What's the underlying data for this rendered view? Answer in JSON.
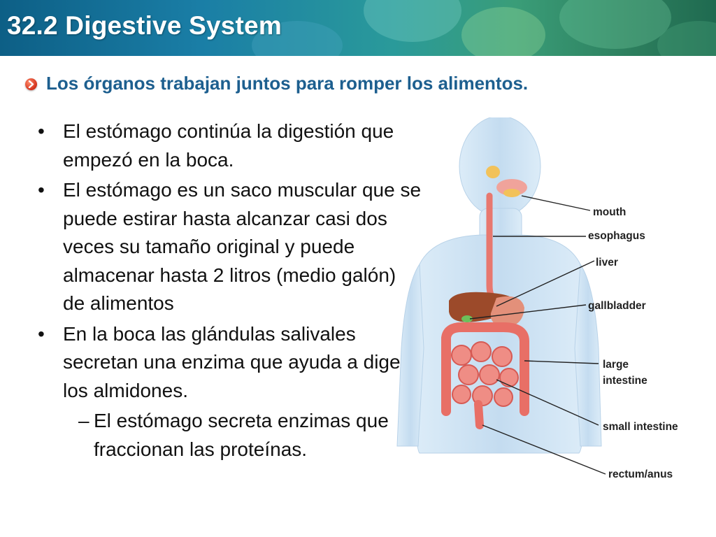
{
  "header": {
    "title": "32.2 Digestive System"
  },
  "subtitle": "Los  órganos trabajan juntos para romper los alimentos.",
  "bullets": [
    {
      "mark": "•",
      "text": " El estómago continúa la digestión que empezó en la boca."
    },
    {
      "mark": "•",
      "text": " El estómago es un saco muscular que se puede estirar hasta alcanzar casi dos veces su tamaño original y puede almacenar hasta 2 litros (medio galón) de alimentos"
    },
    {
      "mark": "•",
      "text": "En la boca las glándulas salivales secretan una enzima que ayuda a digerir los almidones."
    }
  ],
  "sub_bullet": {
    "mark": "–",
    "text": "El estómago secreta enzimas que fraccionan las proteínas."
  },
  "diagram": {
    "labels": {
      "mouth": "mouth",
      "esophagus": "esophagus",
      "liver": "liver",
      "gallbladder": "gallbladder",
      "large_intestine_1": "large",
      "large_intestine_2": "intestine",
      "small_intestine": "small intestine",
      "rectum_anus": "rectum/anus"
    }
  },
  "colors": {
    "header_start": "#0d5f86",
    "header_end": "#1f6a50",
    "subtitle": "#1d5f8f",
    "body_silhouette": "#cfe4f5",
    "organ": "#e8786f",
    "liver": "#9c4a2a"
  }
}
